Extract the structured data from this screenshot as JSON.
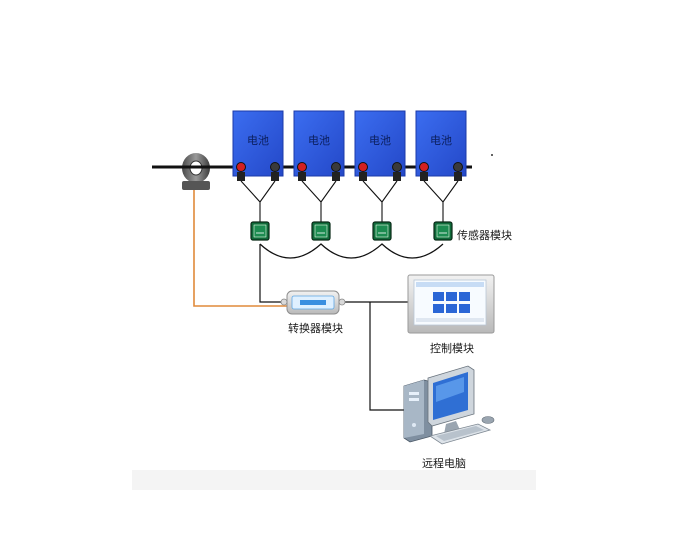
{
  "diagram": {
    "battery_label": "电池",
    "batteries": [
      {
        "label": "电池"
      },
      {
        "label": "电池"
      },
      {
        "label": "电池"
      },
      {
        "label": "电池"
      }
    ],
    "sensor_label": "传感器模块",
    "converter_label": "转换器模块",
    "control_label": "控制模块",
    "computer_label": "远程电脑",
    "colors": {
      "battery_fill": "#2f5fe0",
      "battery_edge": "#1b3aa8",
      "bus_line": "#111111",
      "current_wire": "#e08a3a",
      "sensor_fill": "#0f6b3a",
      "screen_tile": "#2a66d6"
    }
  }
}
